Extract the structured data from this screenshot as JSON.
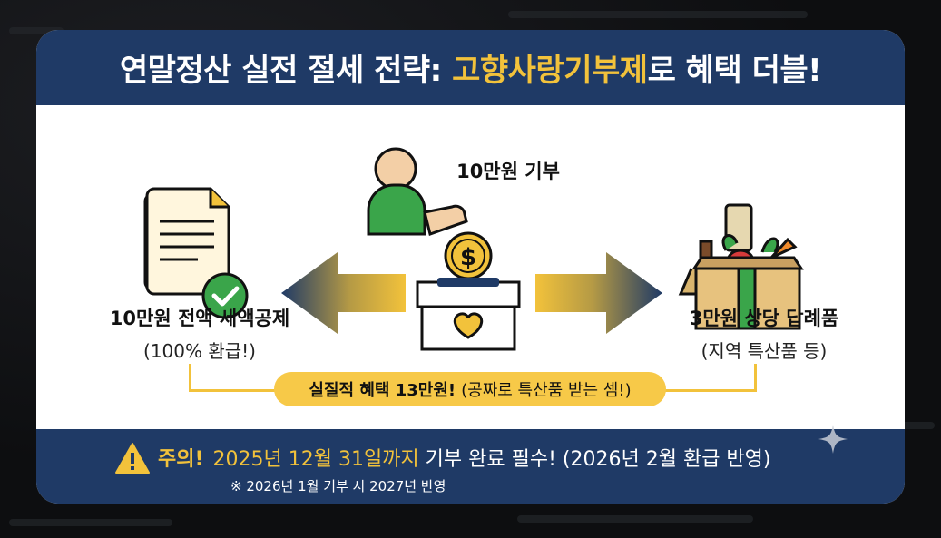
{
  "header": {
    "title_prefix": "연말정산 실전 절세 전략: ",
    "title_highlight": "고향사랑기부제",
    "title_suffix": "로 혜택 더블!"
  },
  "center": {
    "donation_label": "10만원 기부",
    "coin_symbol": "$"
  },
  "left": {
    "main": "10만원 전액 세액공제",
    "sub": "(100% 환급!)"
  },
  "right": {
    "main": "3만원 상당 답례품",
    "sub": "(지역 특산품 등)"
  },
  "summary": {
    "bold": "실질적 혜택 13만원!",
    "note": "(공짜로 특산품 받는 셈!)"
  },
  "footer": {
    "warning_label": "주의!",
    "deadline": "2025년 12월 31일까지",
    "rest": " 기부 완료 필수! (2026년 2월 환급 반영)",
    "note": "※ 2026년 1월 기부 시 2027년 반영"
  },
  "colors": {
    "navy": "#1f3a66",
    "gold": "#f2c23b",
    "green": "#3aa54a"
  }
}
